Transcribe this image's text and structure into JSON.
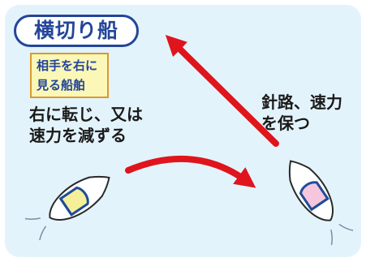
{
  "title": "横切り船",
  "situation_label": {
    "line1": "相手を右に",
    "line2": "見る船舶"
  },
  "give_way_action": {
    "line1": "右に転じ、又は",
    "line2": "速力を減ずる"
  },
  "stand_on_action": {
    "line1": "針路、速力",
    "line2": "を保つ"
  },
  "colors": {
    "background": "#e3f3fb",
    "title": "#23459a",
    "arrow": "#e0141c",
    "give_way_cabin": "#f6ef9a",
    "stand_on_cabin": "#f6c6dc",
    "label_fill": "#fbf7b6",
    "label_border": "#d99a2e"
  },
  "icons": [
    "straight-arrow-icon",
    "curved-arrow-icon",
    "give-way-boat-icon",
    "stand-on-boat-icon"
  ]
}
